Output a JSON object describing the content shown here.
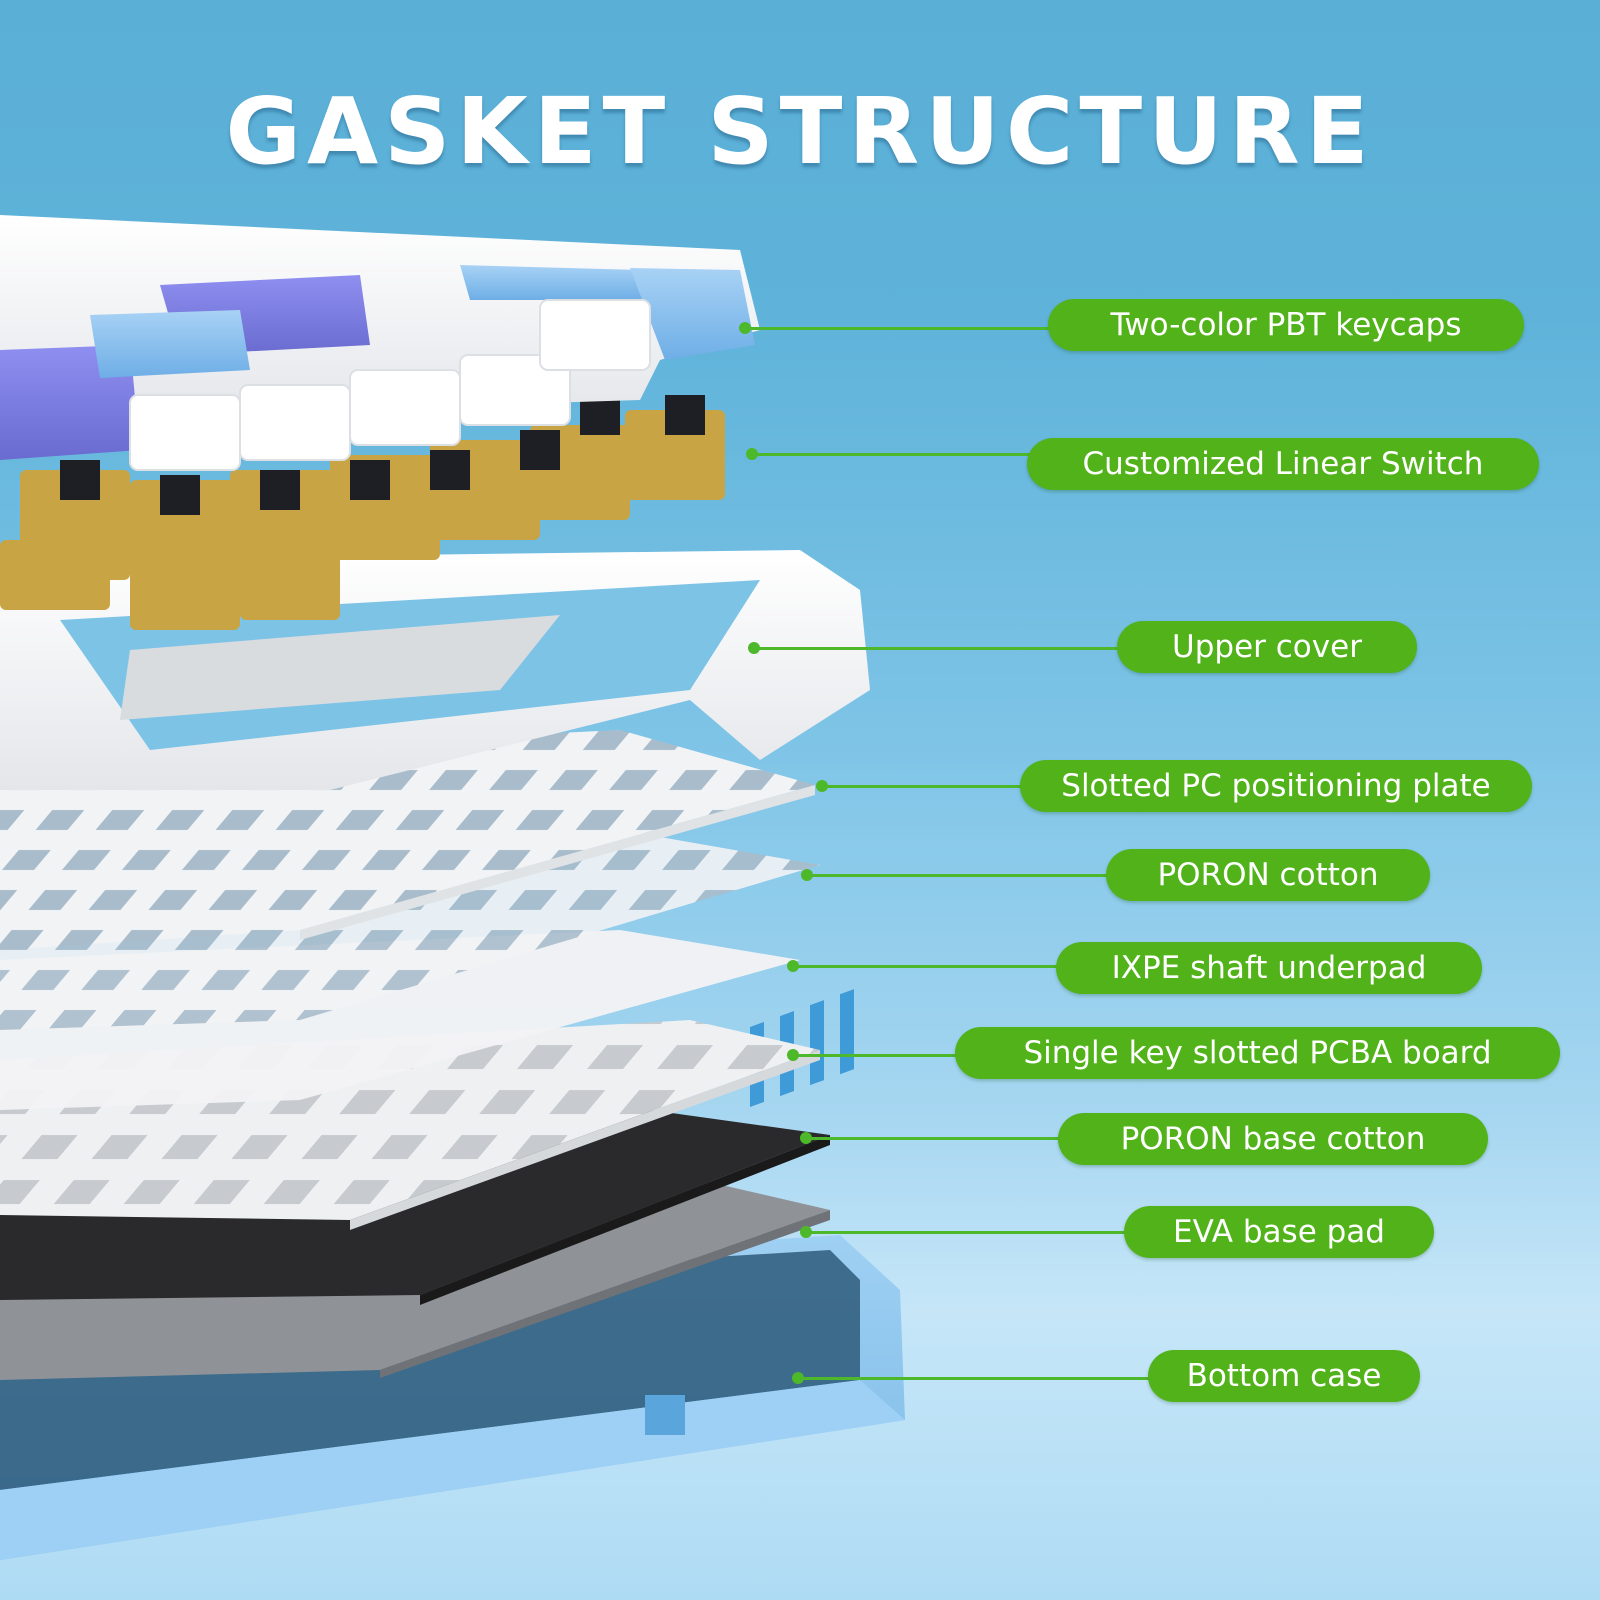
{
  "title": {
    "word1": "GASKET",
    "word2": "STRUCTURE"
  },
  "colors": {
    "background_top": "#5aafd6",
    "background_bottom": "#c6e6f8",
    "label_pill": "#52b21a",
    "leader_line": "#4db82a",
    "label_text": "#ffffff",
    "switch_housing": "#c9a445",
    "switch_stem": "#1d1f24",
    "keycap_white": "#f2f2f2",
    "keycap_purple": "#7e7fe0",
    "keycap_blue": "#8cc2ec",
    "bottom_case": "#8ec8ef",
    "poron_base": "#2a2a2c",
    "eva_pad": "#8c8f93"
  },
  "layers": [
    {
      "id": "keycaps",
      "label": "Two-color PBT keycaps"
    },
    {
      "id": "switch",
      "label": "Customized Linear Switch"
    },
    {
      "id": "upper",
      "label": "Upper cover"
    },
    {
      "id": "plate",
      "label": "Slotted PC positioning plate"
    },
    {
      "id": "poron",
      "label": "PORON cotton"
    },
    {
      "id": "ixpe",
      "label": "IXPE shaft underpad"
    },
    {
      "id": "pcba",
      "label": "Single key slotted PCBA board"
    },
    {
      "id": "poronbase",
      "label": "PORON base cotton"
    },
    {
      "id": "eva",
      "label": "EVA base pad"
    },
    {
      "id": "bottom",
      "label": "Bottom case"
    }
  ]
}
